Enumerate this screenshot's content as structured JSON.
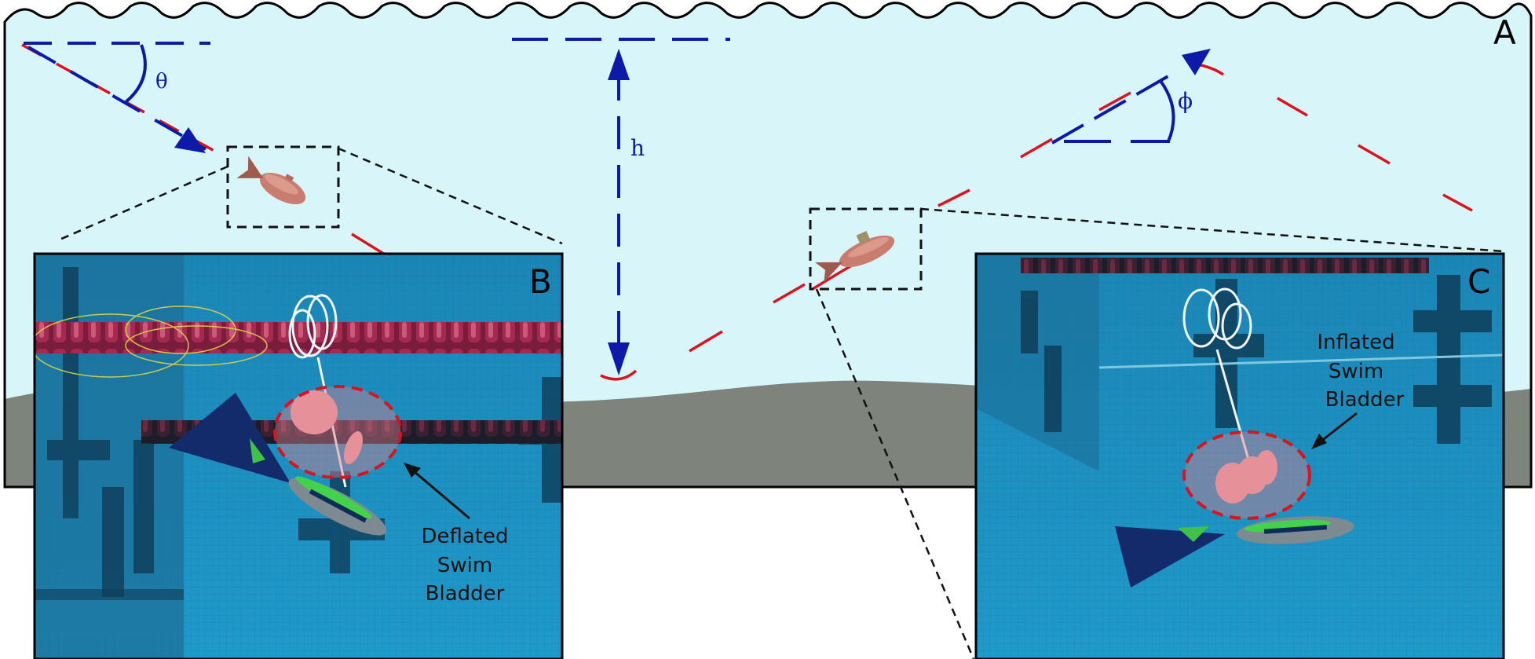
{
  "panels": {
    "main_label": "A",
    "inset_left_label": "B",
    "inset_right_label": "C"
  },
  "symbols": {
    "theta": "θ",
    "phi": "ϕ",
    "depth": "h"
  },
  "annotations": {
    "left": [
      "Deflated",
      "Swim",
      "Bladder"
    ],
    "right": [
      "Inflated",
      "Swim",
      "Bladder"
    ]
  },
  "colors": {
    "water": "#d8f5fa",
    "seabed": "#7e837b",
    "path_red": "#d9141e",
    "guide_blue": "#0d1aa8",
    "pool_blue": "#1c8fbf",
    "fish_body": "#c97d70",
    "fin_navy": "#132a6b"
  },
  "icons": {
    "fish": "robotic-fish-icon",
    "balloon": "swim-bladder-balloon-icon"
  }
}
